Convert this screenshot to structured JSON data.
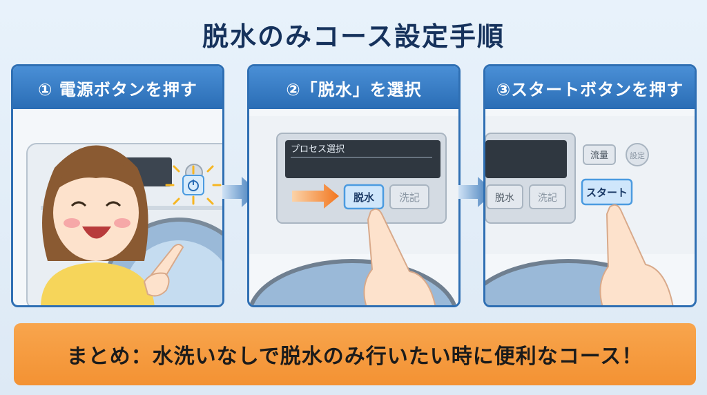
{
  "title": "脱水のみコース設定手順",
  "steps": [
    {
      "label": "① 電源ボタンを押す"
    },
    {
      "label": "②「脱水」を選択"
    },
    {
      "label": "③スタートボタンを押す"
    }
  ],
  "panel2": {
    "display_label": "プロセス選択",
    "spin_button": "脱水",
    "wash_button": "洗記"
  },
  "panel3": {
    "spin_button": "脱水",
    "wash_button": "洗記",
    "volume_button": "流量",
    "start_button": "スタート",
    "round_button": "設定"
  },
  "summary": "まとめ：水洗いなしで脱水のみ行いたい時に便利なコース！",
  "colors": {
    "title": "#16325c",
    "panel_header": "#2a6db5",
    "summary_bg": "#f39233",
    "highlight_button": "#4b9be0",
    "arrow": "#2f6fb3"
  },
  "icons": [
    "power-icon",
    "right-arrow-icon",
    "pointing-hand-icon",
    "orange-arrow-icon"
  ]
}
